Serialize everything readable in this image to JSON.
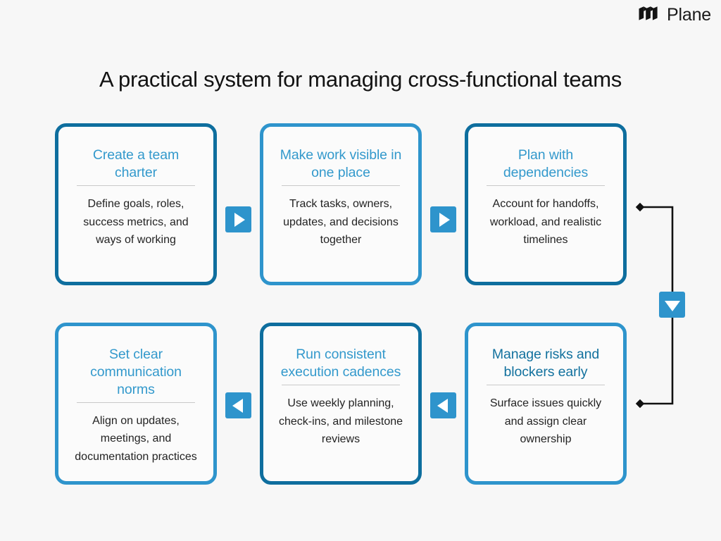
{
  "brand": {
    "name": "Plane",
    "logo_icon": "plane-logo-icon"
  },
  "page": {
    "title": "A practical system for managing cross-functional teams"
  },
  "colors": {
    "canvas": "#f7f7f7",
    "card_bg": "#fbfbfb",
    "border_dark": "#0e6e9e",
    "border_light": "#2e94cc",
    "title_blue": "#3399cc",
    "title_deep": "#12719e",
    "body_text": "#232323",
    "divider": "#c9c9c9",
    "connector_line": "#111111",
    "arrow_fill": "#2e94cc"
  },
  "cards": [
    {
      "title": "Create a team charter",
      "body": "Define goals, roles, success metrics, and ways of working",
      "border": "dark",
      "title_tone": "blue"
    },
    {
      "title": "Make work visible in one place",
      "body": "Track tasks, owners, updates, and decisions together",
      "border": "light",
      "title_tone": "blue"
    },
    {
      "title": "Plan with dependencies",
      "body": "Account for handoffs, workload, and realistic timelines",
      "border": "dark",
      "title_tone": "blue"
    },
    {
      "title": "Set clear communication norms",
      "body": "Align on updates, meetings, and documentation practices",
      "border": "light",
      "title_tone": "blue"
    },
    {
      "title": "Run consistent execution cadences",
      "body": "Use weekly planning, check-ins, and milestone reviews",
      "border": "dark",
      "title_tone": "blue"
    },
    {
      "title": "Manage risks and blockers early",
      "body": "Surface issues quickly and assign clear ownership",
      "border": "light",
      "title_tone": "deep"
    }
  ],
  "connectors": {
    "row1_arrow_1": "arrow-right-icon",
    "row1_arrow_2": "arrow-right-icon",
    "row2_arrow_1": "arrow-left-icon",
    "row2_arrow_2": "arrow-left-icon",
    "wrap_arrow": "arrow-down-icon",
    "bracket_endpoint": "diamond-endpoint-icon"
  }
}
